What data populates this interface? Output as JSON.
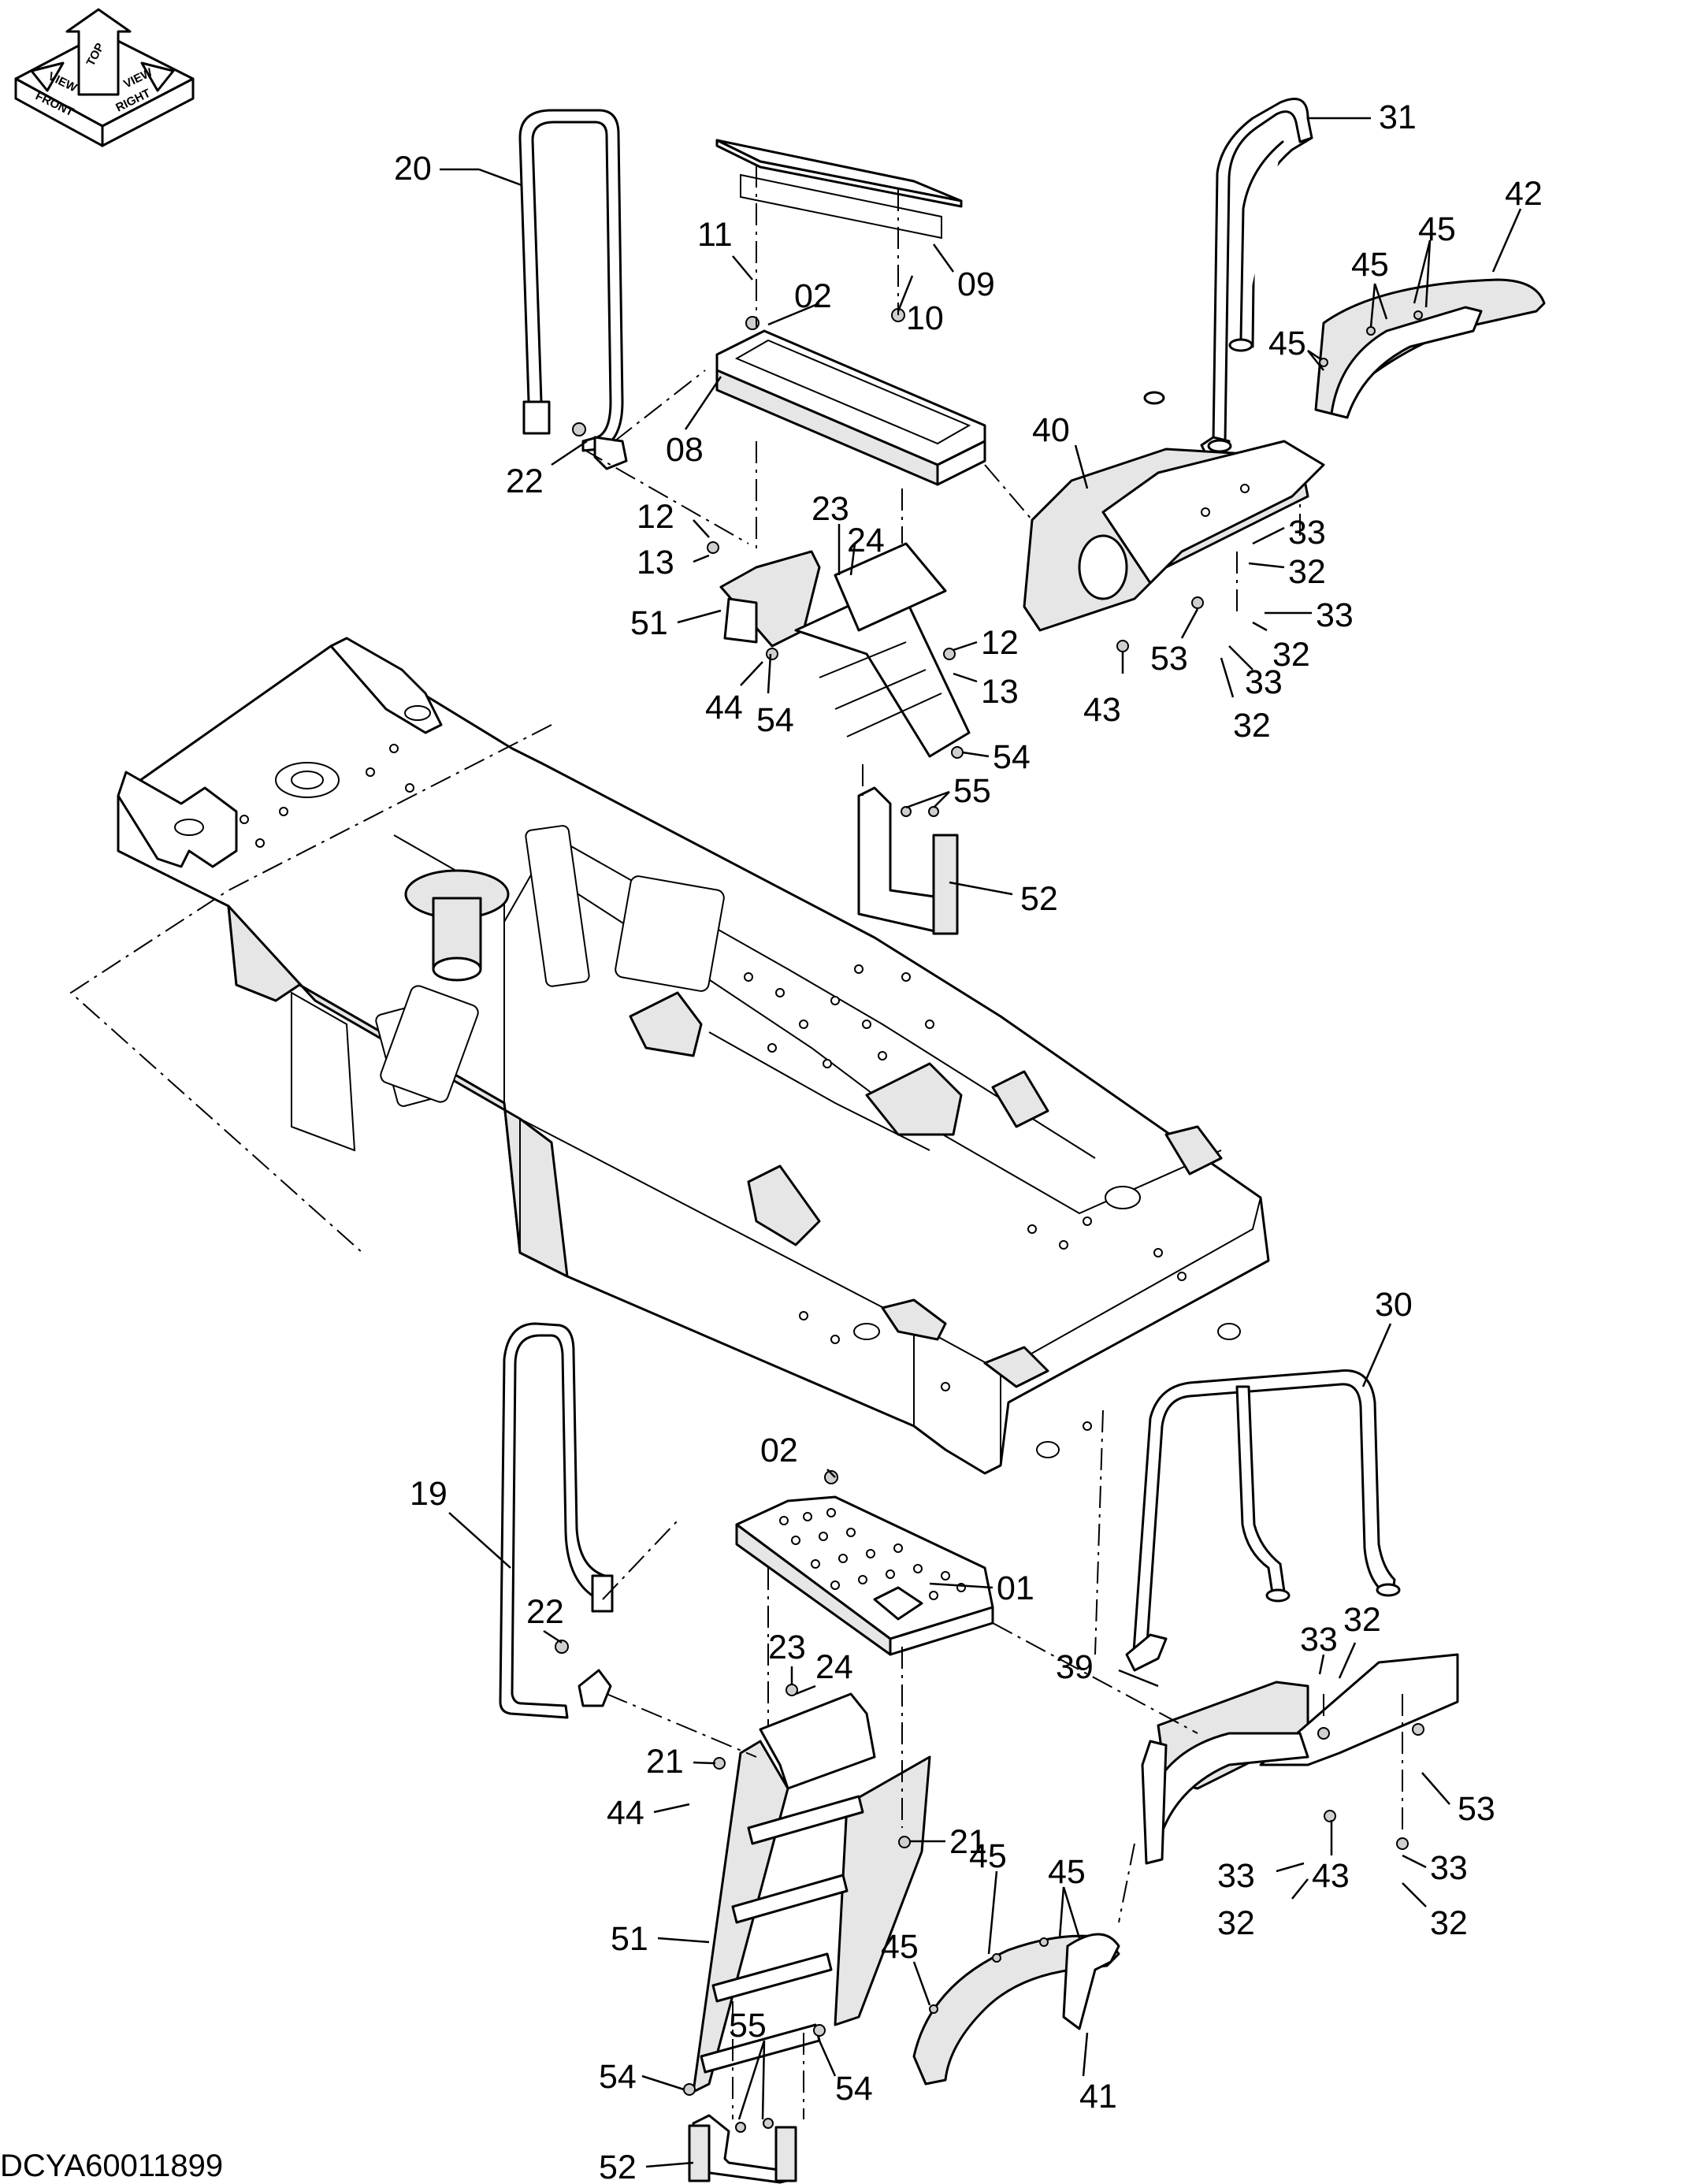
{
  "orientation_badge": {
    "top": "TOP",
    "front": "FRONT",
    "right": "RIGHT",
    "view_left": "VIEW",
    "view_right": "VIEW"
  },
  "drawing_code": "DCYA60011899",
  "callouts": [
    {
      "id": "c20a",
      "text": "20"
    },
    {
      "id": "c11",
      "text": "11"
    },
    {
      "id": "c09",
      "text": "09"
    },
    {
      "id": "c02a",
      "text": "02"
    },
    {
      "id": "c10",
      "text": "10"
    },
    {
      "id": "c08",
      "text": "08"
    },
    {
      "id": "c22a",
      "text": "22"
    },
    {
      "id": "c12a",
      "text": "12"
    },
    {
      "id": "c13a",
      "text": "13"
    },
    {
      "id": "c23a",
      "text": "23"
    },
    {
      "id": "c24a",
      "text": "24"
    },
    {
      "id": "c51a",
      "text": "51"
    },
    {
      "id": "c12b",
      "text": "12"
    },
    {
      "id": "c13b",
      "text": "13"
    },
    {
      "id": "c44a",
      "text": "44"
    },
    {
      "id": "c54a",
      "text": "54"
    },
    {
      "id": "c54b",
      "text": "54"
    },
    {
      "id": "c55a",
      "text": "55"
    },
    {
      "id": "c52a",
      "text": "52"
    },
    {
      "id": "c31",
      "text": "31"
    },
    {
      "id": "c42",
      "text": "42"
    },
    {
      "id": "c45a",
      "text": "45"
    },
    {
      "id": "c45b",
      "text": "45"
    },
    {
      "id": "c45c",
      "text": "45"
    },
    {
      "id": "c40",
      "text": "40"
    },
    {
      "id": "c33a",
      "text": "33"
    },
    {
      "id": "c32a",
      "text": "32"
    },
    {
      "id": "c33b",
      "text": "33"
    },
    {
      "id": "c32b",
      "text": "32"
    },
    {
      "id": "c53a",
      "text": "53"
    },
    {
      "id": "c33c",
      "text": "33"
    },
    {
      "id": "c43a",
      "text": "43"
    },
    {
      "id": "c32c",
      "text": "32"
    },
    {
      "id": "c30",
      "text": "30"
    },
    {
      "id": "c19",
      "text": "19"
    },
    {
      "id": "c02b",
      "text": "02"
    },
    {
      "id": "c01",
      "text": "01"
    },
    {
      "id": "c22b",
      "text": "22"
    },
    {
      "id": "c23b",
      "text": "23"
    },
    {
      "id": "c24b",
      "text": "24"
    },
    {
      "id": "c21a",
      "text": "21"
    },
    {
      "id": "c44b",
      "text": "44"
    },
    {
      "id": "c21b",
      "text": "21"
    },
    {
      "id": "c51b",
      "text": "51"
    },
    {
      "id": "c54c",
      "text": "54"
    },
    {
      "id": "c55b",
      "text": "55"
    },
    {
      "id": "c54d",
      "text": "54"
    },
    {
      "id": "c52b",
      "text": "52"
    },
    {
      "id": "c33d",
      "text": "33"
    },
    {
      "id": "c32d",
      "text": "32"
    },
    {
      "id": "c39",
      "text": "39"
    },
    {
      "id": "c53b",
      "text": "53"
    },
    {
      "id": "c45d",
      "text": "45"
    },
    {
      "id": "c45e",
      "text": "45"
    },
    {
      "id": "c45f",
      "text": "45"
    },
    {
      "id": "c33e",
      "text": "33"
    },
    {
      "id": "c43b",
      "text": "43"
    },
    {
      "id": "c32e",
      "text": "32"
    },
    {
      "id": "c33f",
      "text": "33"
    },
    {
      "id": "c32f",
      "text": "32"
    },
    {
      "id": "c41",
      "text": "41"
    }
  ]
}
